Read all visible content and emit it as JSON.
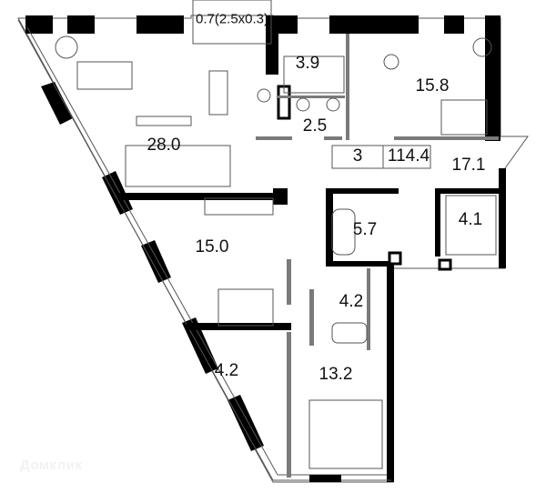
{
  "plan": {
    "balcony_label": "0.7(2.5x0.3)",
    "rooms_count": "3",
    "total_area": "114.4",
    "rooms": [
      {
        "id": "living-kitchen",
        "area": "28.0"
      },
      {
        "id": "wardrobe-top",
        "area": "3.9"
      },
      {
        "id": "bedroom-top-right",
        "area": "15.8"
      },
      {
        "id": "laundry",
        "area": "2.5"
      },
      {
        "id": "hall",
        "area": "17.1"
      },
      {
        "id": "bathroom-main",
        "area": "5.7"
      },
      {
        "id": "wardrobe-right",
        "area": "4.1"
      },
      {
        "id": "bedroom-left",
        "area": "15.0"
      },
      {
        "id": "bathroom-small",
        "area": "4.2"
      },
      {
        "id": "wardrobe-bottom",
        "area": "4.2"
      },
      {
        "id": "bedroom-bottom",
        "area": "13.2"
      }
    ]
  },
  "watermark": "Домклик",
  "colors": {
    "wall": "#000000",
    "partition": "#7a7a7a",
    "line": "#555555"
  }
}
